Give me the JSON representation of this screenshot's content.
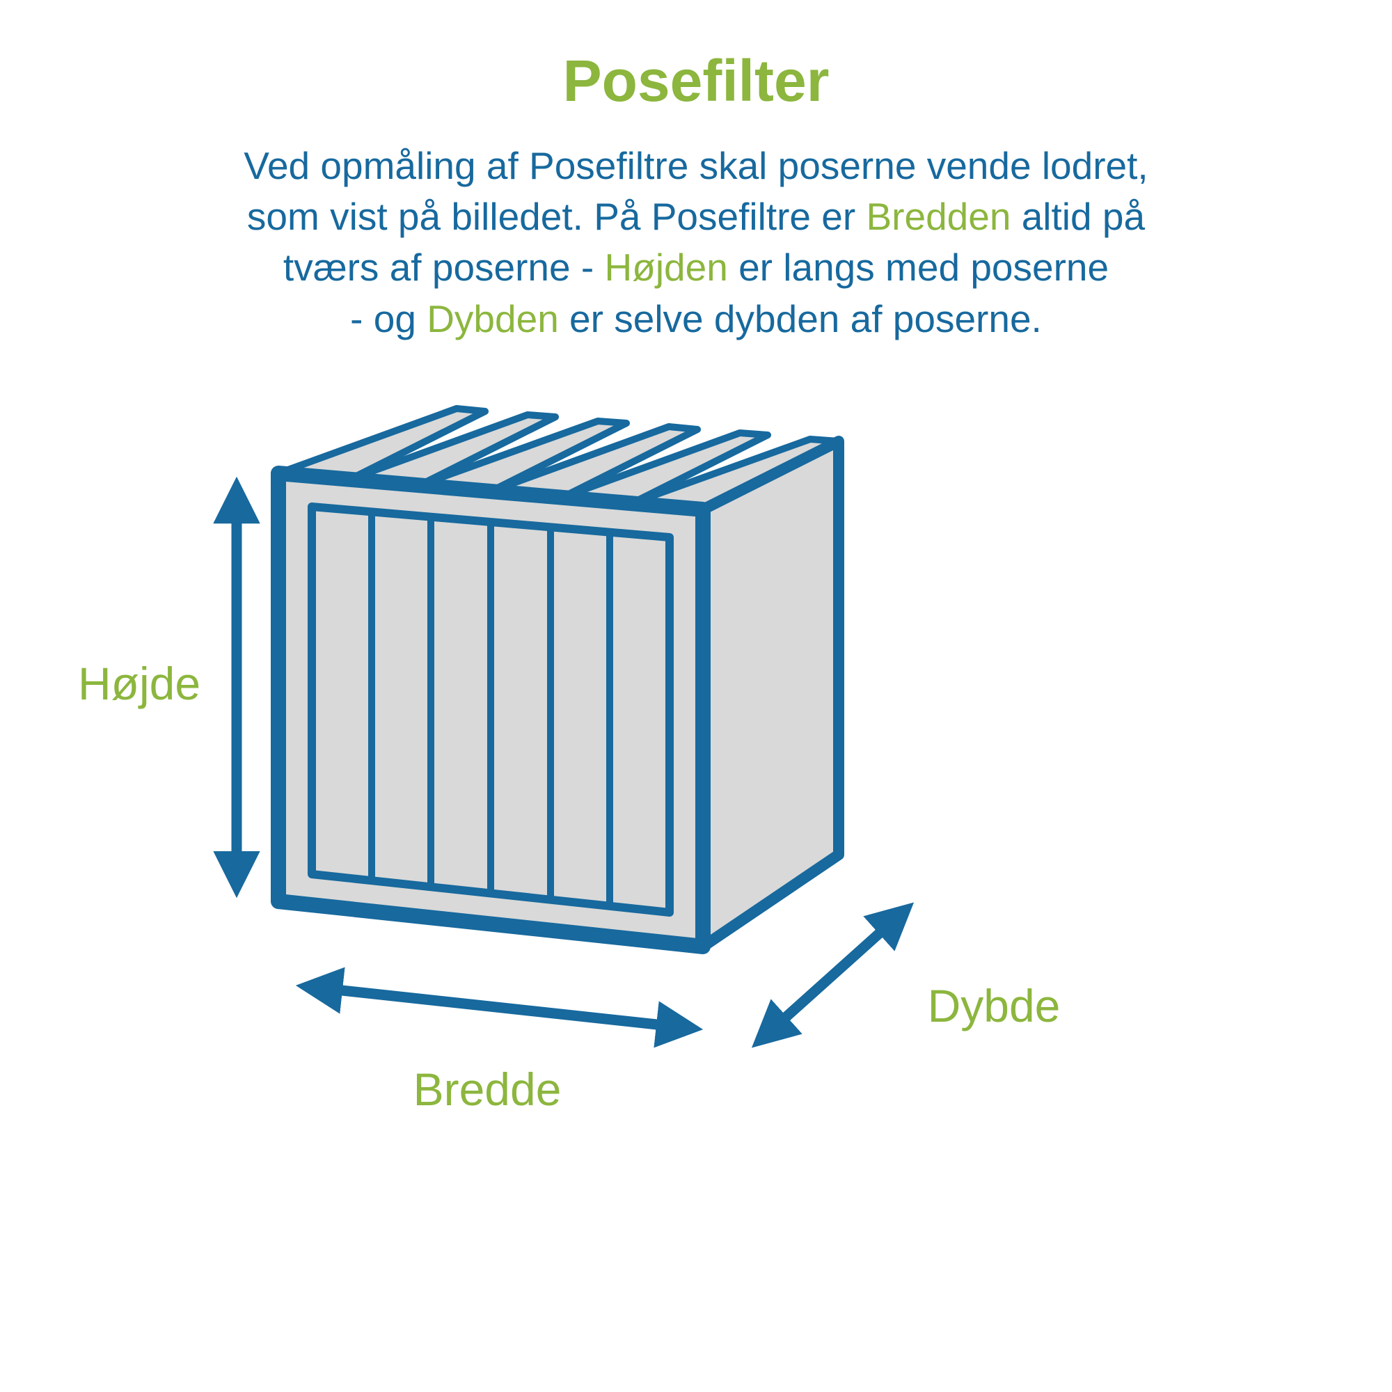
{
  "colors": {
    "green": "#8CB63E",
    "blue": "#17699E",
    "gray": "#D9D9D9",
    "background": "#FFFFFF"
  },
  "title": "Posefilter",
  "intro": {
    "l1": "Ved opmåling af Posefiltre skal poserne vende lodret,",
    "l2a": "som vist på billedet. På Posefiltre er ",
    "l2b": "Bredden",
    "l2c": " altid på",
    "l3a": "tværs af poserne - ",
    "l3b": "Højden",
    "l3c": " er langs med poserne",
    "l4a": "- og ",
    "l4b": "Dybden",
    "l4c": " er selve dybden af poserne."
  },
  "labels": {
    "height": "Højde",
    "width": "Bredde",
    "depth": "Dybde"
  }
}
